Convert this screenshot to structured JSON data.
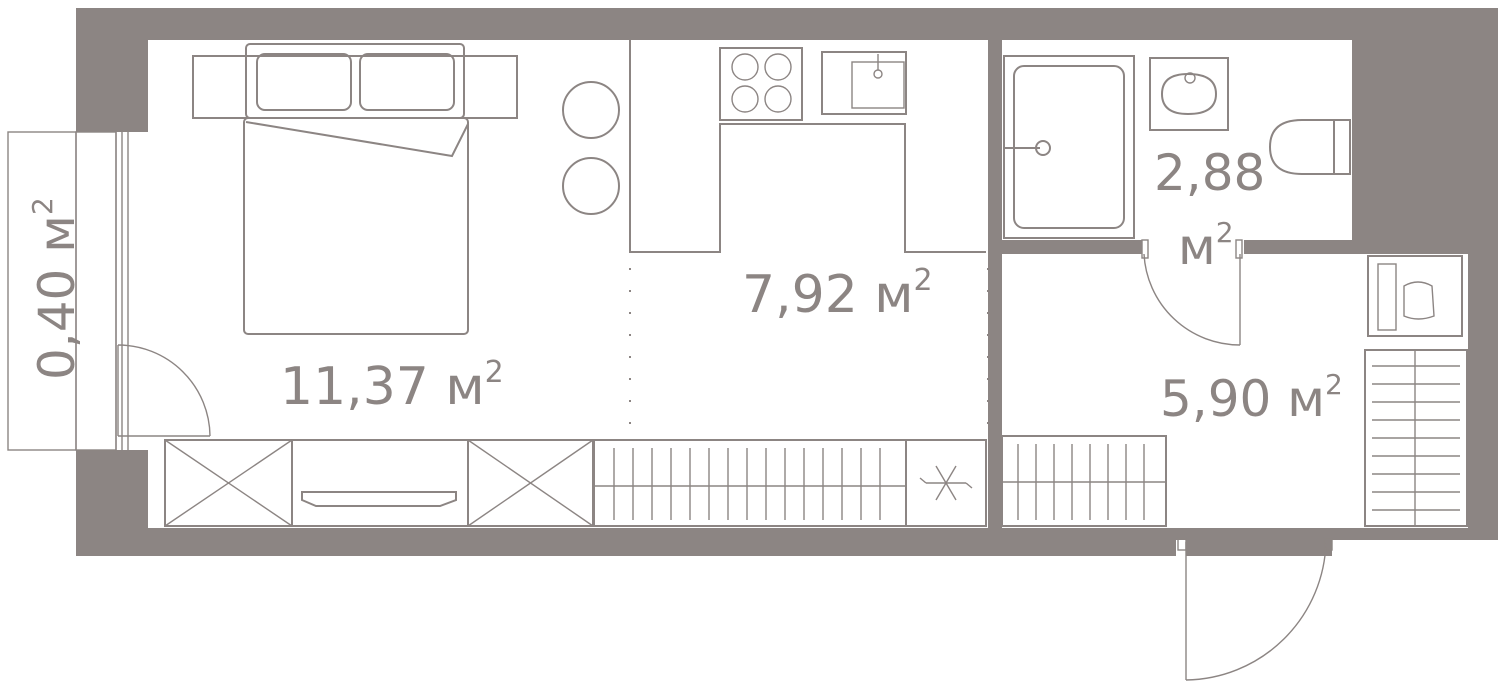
{
  "colors": {
    "wall": "#8c8583",
    "line": "#8c8583",
    "label": "#8c8583",
    "background": "#ffffff"
  },
  "rooms": {
    "room": {
      "number": "11,37 м",
      "sup": "2"
    },
    "kitchen": {
      "number": "7,92 м",
      "sup": "2"
    },
    "bathroom": {
      "line1": "2,88",
      "line2": "м",
      "sup": "2"
    },
    "hall": {
      "number": "5,90 м",
      "sup": "2"
    },
    "balcony": {
      "number": "0,40 м",
      "sup": "2"
    }
  },
  "icons": [
    "bed-icon",
    "pillow-icon",
    "stool-icon",
    "stove-icon",
    "sink-icon",
    "shower-icon",
    "toilet-icon",
    "washbasin-icon",
    "door-icon",
    "wardrobe-icon",
    "fridge-icon",
    "snowflake-icon",
    "chair-icon",
    "shoe-rack-icon"
  ]
}
